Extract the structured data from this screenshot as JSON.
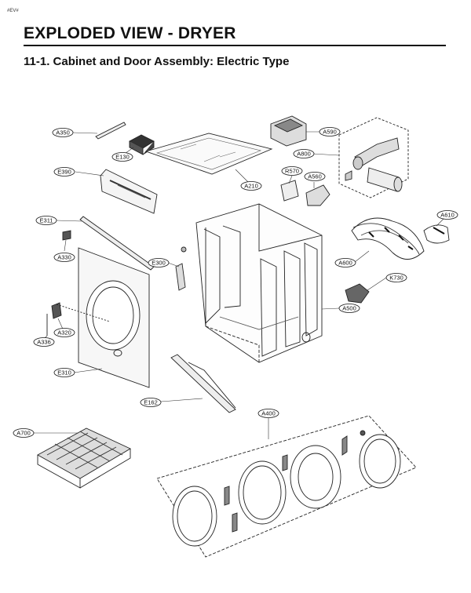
{
  "header": {
    "tag": "#EV#",
    "title": "EXPLODED VIEW - DRYER",
    "subtitle": "11-1. Cabinet and Door Assembly: Electric Type"
  },
  "parts": [
    {
      "code": "A350"
    },
    {
      "code": "E130"
    },
    {
      "code": "A590"
    },
    {
      "code": "A800"
    },
    {
      "code": "E390"
    },
    {
      "code": "R570"
    },
    {
      "code": "A560"
    },
    {
      "code": "A210"
    },
    {
      "code": "A610"
    },
    {
      "code": "E311"
    },
    {
      "code": "A330"
    },
    {
      "code": "A600"
    },
    {
      "code": "E300"
    },
    {
      "code": "K730"
    },
    {
      "code": "A500"
    },
    {
      "code": "A320"
    },
    {
      "code": "A336"
    },
    {
      "code": "E310"
    },
    {
      "code": "E162"
    },
    {
      "code": "A400"
    },
    {
      "code": "A700"
    }
  ]
}
